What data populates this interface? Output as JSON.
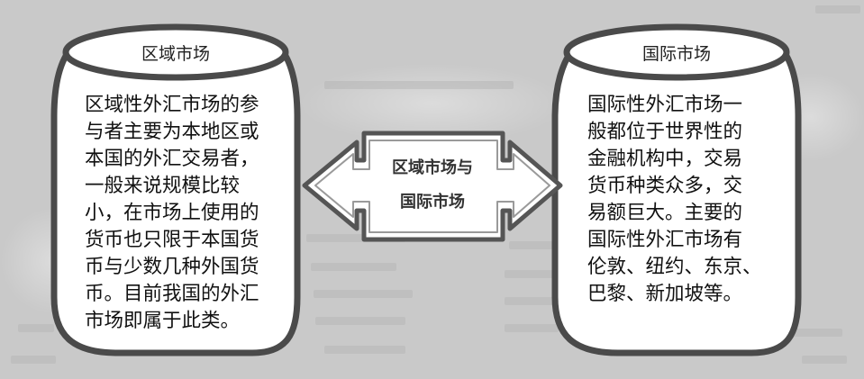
{
  "left_container": {
    "title": "区域市场",
    "body": "区域性外汇市场的参\n与者主要为本地区或\n本国的外汇交易者，\n一般来说规模比较\n小，在市场上使用的\n货币也只限于本国货\n币与少数几种外国货\n币。目前我国的外汇\n市场即属于此类。"
  },
  "center_arrow": {
    "label": "区域市场与\n国际市场"
  },
  "right_container": {
    "title": "国际市场",
    "body": "国际性外汇市场一\n般都位于世界性的\n金融机构中，交易\n货币种类众多，交\n易额巨大。主要的\n国际性外汇市场有\n伦敦、纽约、东京、\n巴黎、新加坡等。"
  },
  "colors": {
    "background": "#c9c9c9",
    "jar_fill": "#ffffff",
    "jar_stroke": "#4a4a4a",
    "arrow_stroke": "#555555"
  }
}
